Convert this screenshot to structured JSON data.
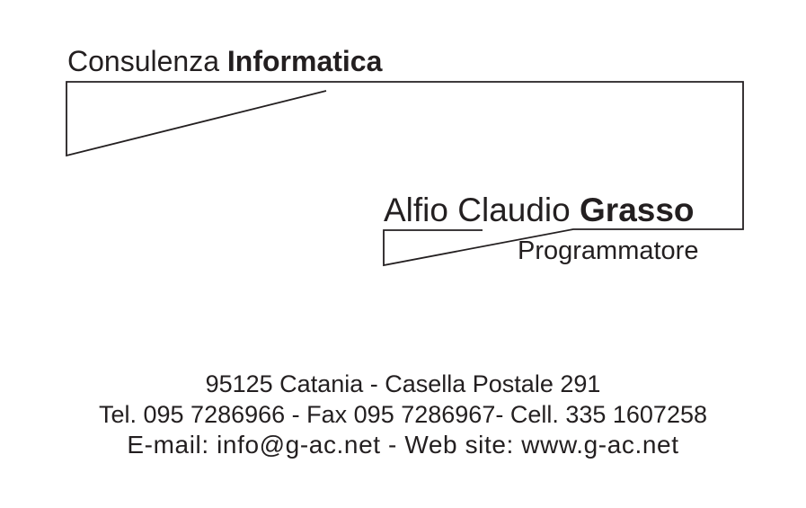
{
  "company": {
    "prefix": "Consulenza",
    "bold": "Informatica"
  },
  "person": {
    "first_names": "Alfio Claudio",
    "surname": "Grasso"
  },
  "role": "Programmatore",
  "contact": {
    "address": "95125 Catania - Casella Postale 291",
    "phones": "Tel. 095 7286966 - Fax 095 7286967- Cell. 335 1607258",
    "web": "E-mail: info@g-ac.net - Web site: www.g-ac.net"
  },
  "colors": {
    "ink": "#231f20",
    "background": "#ffffff"
  }
}
